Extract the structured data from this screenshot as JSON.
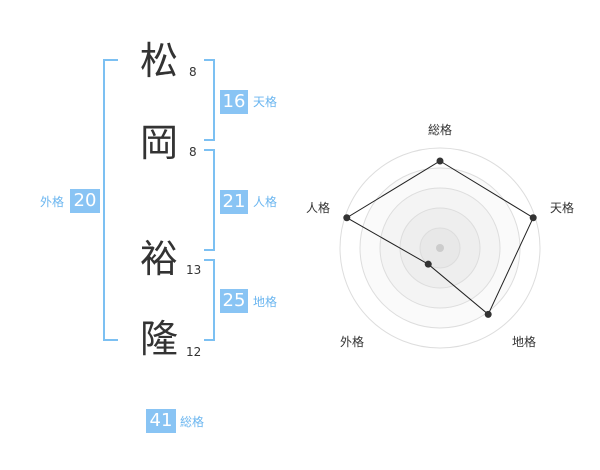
{
  "name": {
    "chars": [
      {
        "char": "松",
        "strokes": "8"
      },
      {
        "char": "岡",
        "strokes": "8"
      },
      {
        "char": "裕",
        "strokes": "13"
      },
      {
        "char": "隆",
        "strokes": "12"
      }
    ]
  },
  "fortunes": {
    "ten": {
      "value": "16",
      "label": "天格"
    },
    "jin": {
      "value": "21",
      "label": "人格"
    },
    "chi": {
      "value": "25",
      "label": "地格"
    },
    "gai": {
      "value": "20",
      "label": "外格"
    },
    "so": {
      "value": "41",
      "label": "総格"
    }
  },
  "colors": {
    "accent": "#89c4f4",
    "label": "#6bb6f0",
    "text": "#333333"
  },
  "chart_data": {
    "type": "radar",
    "axes": [
      "総格",
      "天格",
      "地格",
      "外格",
      "人格"
    ],
    "values": [
      0.87,
      0.98,
      0.82,
      0.2,
      0.98
    ],
    "range": [
      0,
      1
    ],
    "rings": 5
  }
}
